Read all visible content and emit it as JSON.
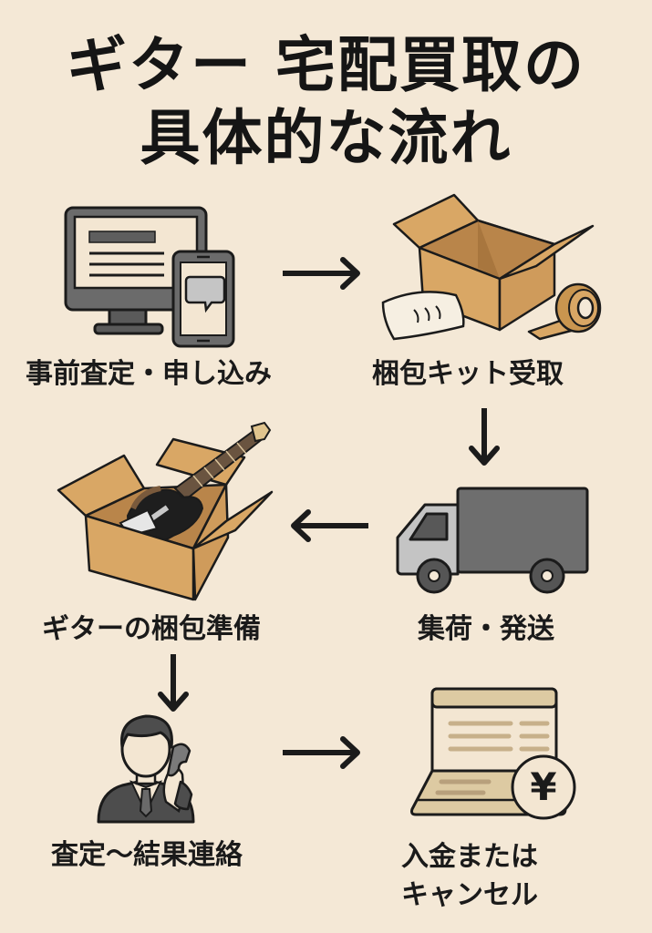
{
  "title": {
    "line1": "ギター 宅配買取の",
    "line2": "具体的な流れ"
  },
  "colors": {
    "background": "#f4e8d6",
    "cardboard": "#d9a765",
    "ink": "#1b1b1b",
    "device_gray": "#6a6a6a"
  },
  "steps": [
    {
      "label": "事前査定・申し込み",
      "icon": "computer-and-smartphone-icon"
    },
    {
      "label": "梱包キット受取",
      "icon": "cardboard-box-kit-icon"
    },
    {
      "label": "集荷・発送",
      "icon": "delivery-truck-icon"
    },
    {
      "label": "ギターの梱包準備",
      "icon": "guitar-in-box-icon"
    },
    {
      "label": "査定〜結果連絡",
      "icon": "person-on-phone-icon"
    },
    {
      "label_line1": "入金または",
      "label_line2": "キャンセル",
      "icon": "bankbook-yen-icon"
    }
  ],
  "arrows": [
    {
      "direction": "right",
      "from": 1,
      "to": 2
    },
    {
      "direction": "down",
      "from": 2,
      "to": 3
    },
    {
      "direction": "left",
      "from": 3,
      "to": 4
    },
    {
      "direction": "down",
      "from": 4,
      "to": 5
    },
    {
      "direction": "right",
      "from": 5,
      "to": 6
    }
  ],
  "symbols": {
    "yen": "¥"
  }
}
